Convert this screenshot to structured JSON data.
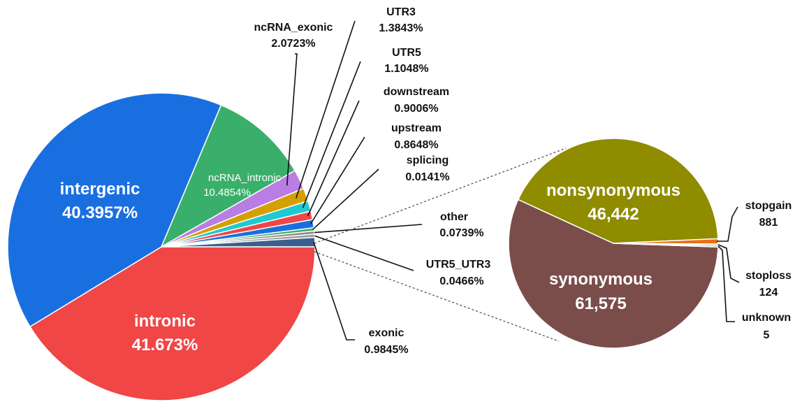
{
  "chart_data": [
    {
      "type": "pie",
      "slices": [
        {
          "label": "intronic",
          "value_label": "41.673%",
          "value": 41.673,
          "color": "#f04646"
        },
        {
          "label": "intergenic",
          "value_label": "40.3957%",
          "value": 40.3957,
          "color": "#1a6fe0"
        },
        {
          "label": "ncRNA_intronic",
          "value_label": "10.4854%",
          "value": 10.4854,
          "color": "#3aaf6b"
        },
        {
          "label": "ncRNA_exonic",
          "value_label": "2.0723%",
          "value": 2.0723,
          "color": "#b97de3"
        },
        {
          "label": "UTR3",
          "value_label": "1.3843%",
          "value": 1.3843,
          "color": "#d4a000"
        },
        {
          "label": "UTR5",
          "value_label": "1.1048%",
          "value": 1.1048,
          "color": "#20c9d0"
        },
        {
          "label": "downstream",
          "value_label": "0.9006%",
          "value": 0.9006,
          "color": "#f04646"
        },
        {
          "label": "upstream",
          "value_label": "0.8648%",
          "value": 0.8648,
          "color": "#1a6fe0"
        },
        {
          "label": "splicing",
          "value_label": "0.0141%",
          "value": 0.0141,
          "color": "#3aaf6b"
        },
        {
          "label": "other",
          "value_label": "0.0739%",
          "value": 0.0739,
          "color": "#888888"
        },
        {
          "label": "UTR5_UTR3",
          "value_label": "0.0466%",
          "value": 0.0466,
          "color": "#999999"
        },
        {
          "label": "exonic",
          "value_label": "0.9845%",
          "value": 0.9845,
          "color": "#3a5f8f"
        }
      ]
    },
    {
      "type": "pie",
      "slices": [
        {
          "label": "synonymous",
          "value_label": "61,575",
          "value": 61575,
          "color": "#7a4d4b"
        },
        {
          "label": "nonsynonymous",
          "value_label": "46,442",
          "value": 46442,
          "color": "#8f8c00"
        },
        {
          "label": "stopgain",
          "value_label": "881",
          "value": 881,
          "color": "#e8701a"
        },
        {
          "label": "stoploss",
          "value_label": "124",
          "value": 124,
          "color": "#e04040"
        },
        {
          "label": "unknown",
          "value_label": "5",
          "value": 5,
          "color": "#3aaf6b"
        }
      ]
    }
  ]
}
